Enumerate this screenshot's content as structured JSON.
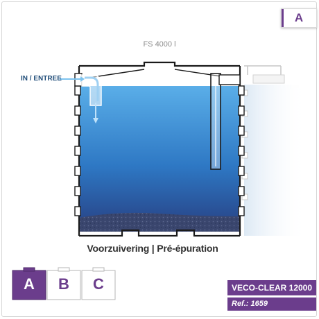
{
  "corner_tag": {
    "label": "A"
  },
  "diagram": {
    "capacity_label": "FS 4000 l",
    "inlet_label": "IN / ENTREE",
    "caption": "Voorzuivering | Pré-épuration"
  },
  "tabs": [
    {
      "label": "A",
      "active": true
    },
    {
      "label": "B",
      "active": false
    },
    {
      "label": "C",
      "active": false
    }
  ],
  "product": {
    "model": "VECO-CLEAR 12000",
    "ref": "Ref.: 1659"
  },
  "colors": {
    "brand": "#6b3d8c",
    "water_top": "#5aaee8",
    "water_bottom": "#26468a",
    "outline": "#1a1a1a"
  }
}
